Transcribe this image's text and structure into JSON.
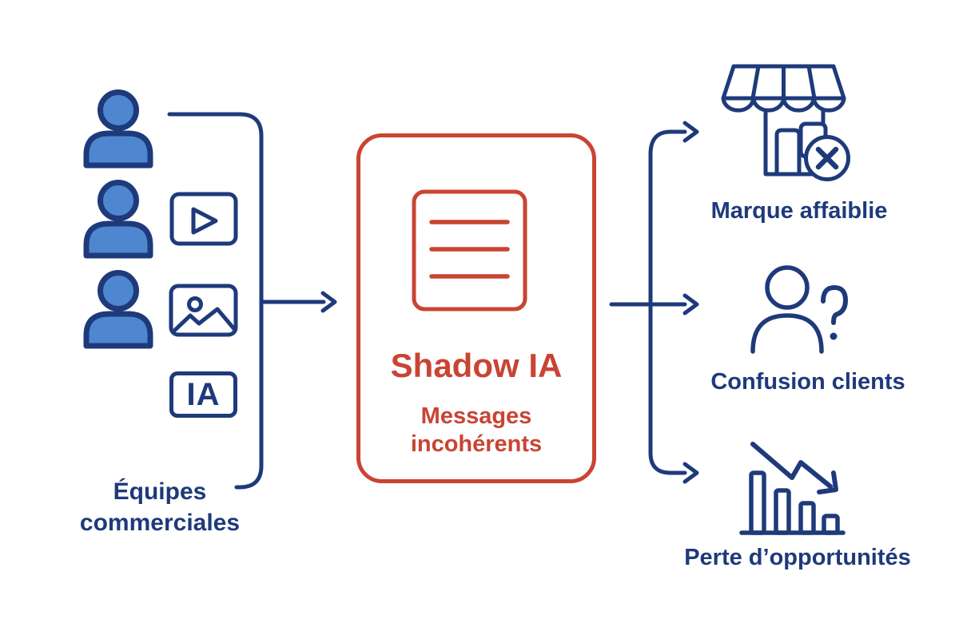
{
  "colors": {
    "navy": "#1E3A7B",
    "person_fill_blue": "#4E87D0",
    "accent_red": "#C94433",
    "background": "#FFFFFF"
  },
  "left_group": {
    "team_label": "Équipes commerciales",
    "ia_badge": "IA",
    "icons": [
      "user-icon",
      "user-icon",
      "user-icon",
      "video-icon",
      "image-icon",
      "ia-badge"
    ]
  },
  "center_box": {
    "title": "Shadow IA",
    "subtitle": "Messages incohérents",
    "icon": "document-icon"
  },
  "outcomes": [
    {
      "label": "Marque affaiblie",
      "icon": "store-closed-icon"
    },
    {
      "label": "Confusion clients",
      "icon": "customer-question-icon"
    },
    {
      "label": "Perte d’opportunités",
      "icon": "declining-chart-icon"
    }
  ]
}
